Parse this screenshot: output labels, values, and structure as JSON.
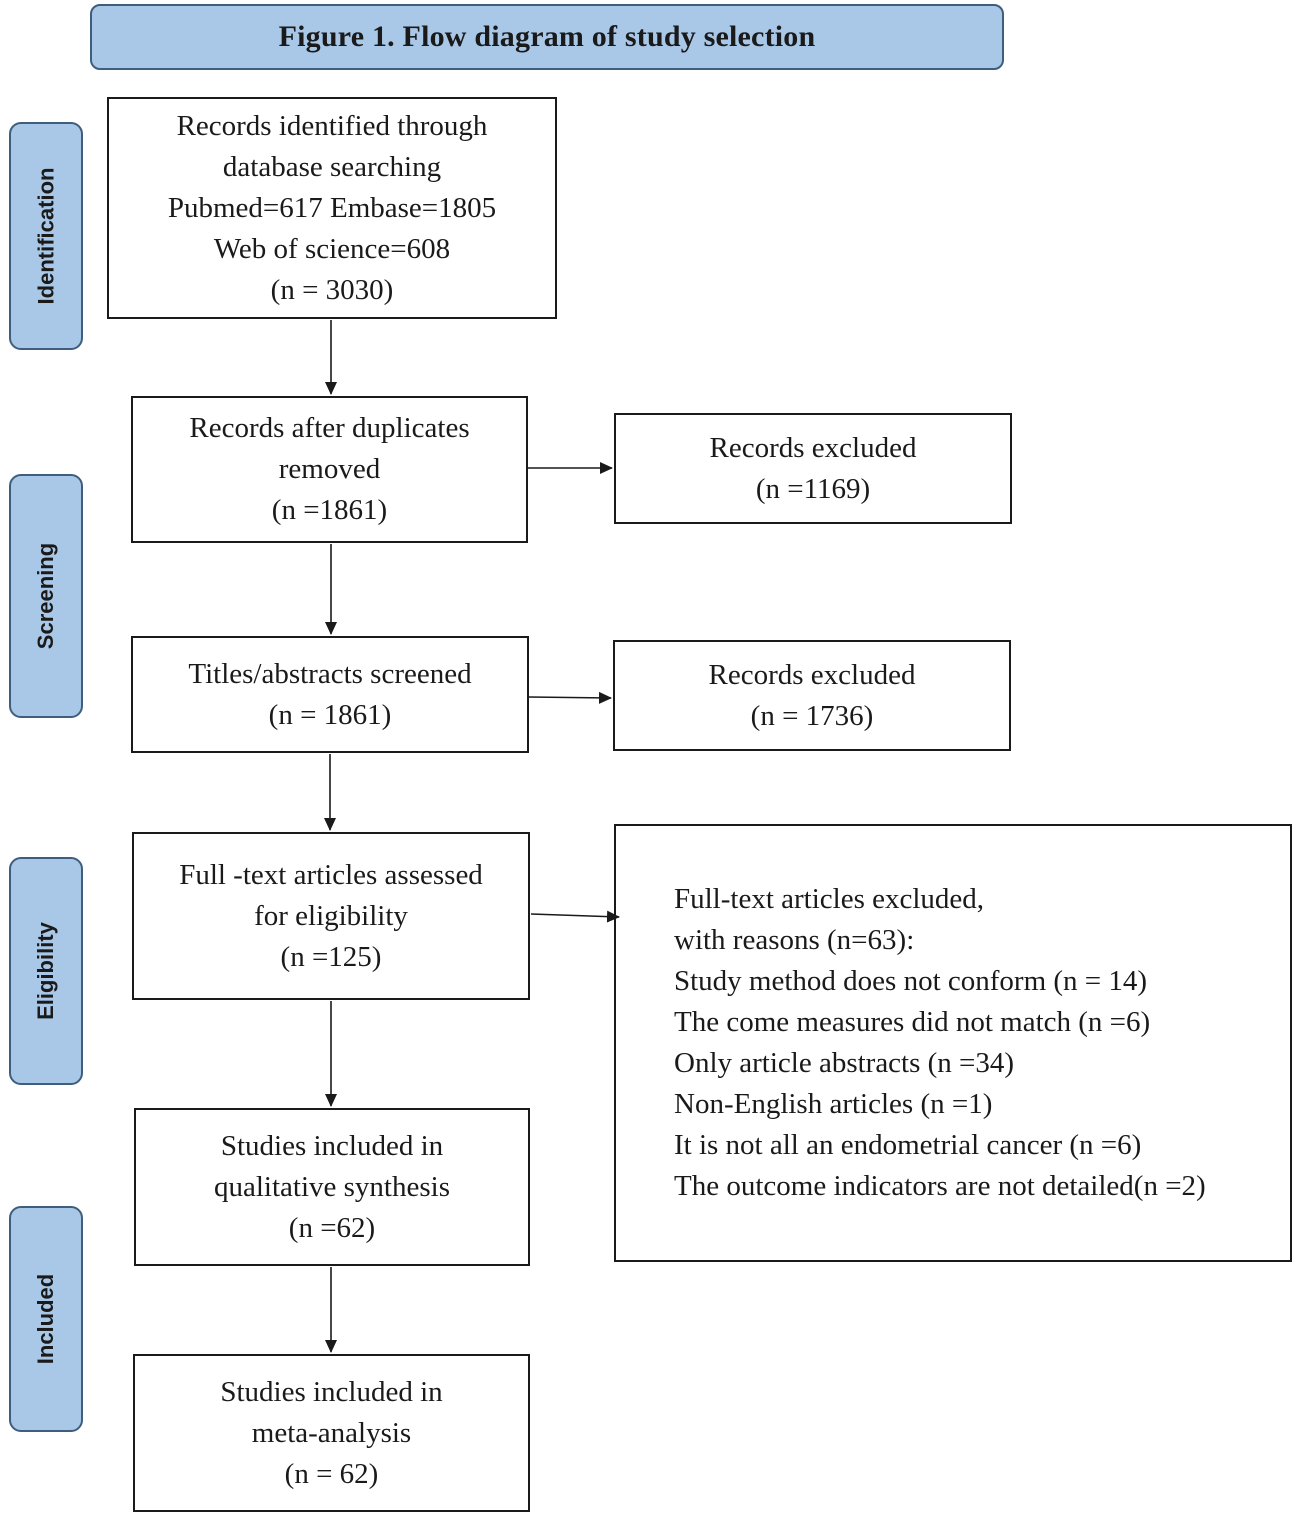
{
  "title": "Figure 1. Flow diagram of study selection",
  "stages": {
    "identification": "Identification",
    "screening": "Screening",
    "eligibility": "Eligibility",
    "included": "Included"
  },
  "boxes": {
    "identified": {
      "lines": [
        "Records identified through",
        "database searching",
        "Pubmed=617 Embase=1805",
        "Web of science=608",
        "(n = 3030)"
      ]
    },
    "after_duplicates": {
      "lines": [
        "Records after duplicates",
        "removed",
        "(n =1861)"
      ]
    },
    "excluded_1": {
      "lines": [
        "Records excluded",
        "(n =1169)"
      ]
    },
    "screened": {
      "lines": [
        "Titles/abstracts screened",
        "(n = 1861)"
      ]
    },
    "excluded_2": {
      "lines": [
        "Records excluded",
        "(n = 1736)"
      ]
    },
    "fulltext": {
      "lines": [
        "Full -text articles assessed",
        "for eligibility",
        "(n =125)"
      ]
    },
    "fulltext_excluded": {
      "lines": [
        "Full-text articles excluded,",
        "with reasons (n=63):",
        "Study method does not conform (n = 14)",
        "The come measures did not match (n =6)",
        "Only article abstracts (n =34)",
        "Non-English articles (n =1)",
        "It is not all an endometrial cancer (n =6)",
        "The outcome indicators are not detailed(n =2)"
      ]
    },
    "qualitative": {
      "lines": [
        "Studies included in",
        "qualitative synthesis",
        "(n =62)"
      ]
    },
    "meta": {
      "lines": [
        "Studies included in",
        "meta-analysis",
        "(n = 62)"
      ]
    }
  }
}
